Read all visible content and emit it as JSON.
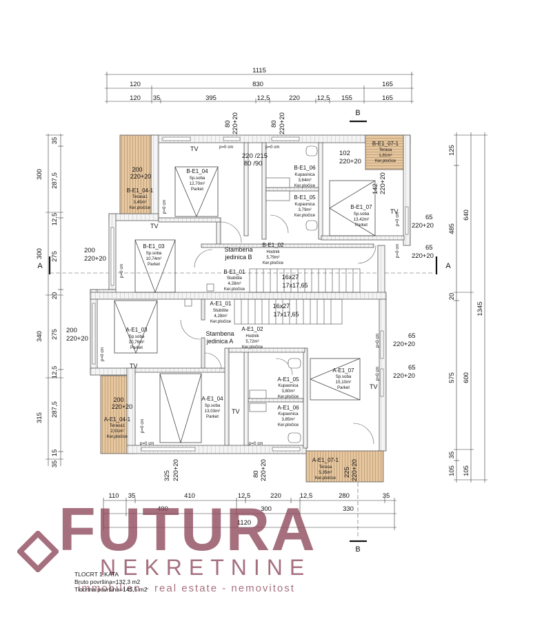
{
  "dims_top_total": "1115",
  "dims_top_row1": [
    "120",
    "830",
    "165"
  ],
  "dims_top_row2": [
    "120",
    "35",
    "395",
    "12,5",
    "220",
    "12,5",
    "155",
    "165"
  ],
  "dims_bottom_row1": [
    "110",
    "35",
    "410",
    "12,5",
    "220",
    "12,5",
    "280",
    "35"
  ],
  "dims_bottom_row2": [
    "490",
    "300",
    "330"
  ],
  "dims_bottom_total": "1120",
  "dims_left_outer": [
    "300",
    "300",
    "340",
    "315"
  ],
  "dims_left_inner": [
    "35",
    "287,5",
    "12,5",
    "275",
    "20",
    "275",
    "12,5",
    "287,5",
    "15",
    "35"
  ],
  "dims_right_inner": [
    "125",
    "485",
    "20",
    "575",
    "35",
    "105"
  ],
  "dims_right_outer": [
    "640",
    "600",
    "105"
  ],
  "dims_right_total": "1345",
  "section_a": "A",
  "section_b": "B",
  "windows": {
    "top_80a": "80",
    "top_220a": "220+20",
    "top_80b": "80",
    "top_220b": "220+20",
    "right_65a": "65",
    "right_220a": "220+20",
    "right_65b": "65",
    "right_220b": "220+20",
    "right_65c": "65",
    "right_220c": "220+20",
    "right_65d": "65",
    "right_220d": "220+20",
    "left_200a": "200",
    "left_220a": "220+20",
    "left_200b": "200",
    "left_220b": "220+20",
    "bottom_325": "325",
    "bottom_220a": "220+20",
    "bottom_80": "80",
    "bottom_220b": "220+20",
    "bottom_225": "225",
    "bottom_220c": "220+20",
    "terr_200a": "200",
    "terr_220a": "220+20",
    "terr_200b": "200",
    "terr_220b": "220+20",
    "door_102": "102",
    "door_220": "220+20",
    "door_142": "142",
    "door_220b": "220+20",
    "door_220_215": "220 /215",
    "door_80_90": "80 /90"
  },
  "rooms": {
    "b_e1_04": [
      "B-E1_04",
      "Sp.soba",
      "12,70m²",
      "Parket"
    ],
    "b_e1_04_1": [
      "B-E1_04-1",
      "Terasa1",
      "3,45m²",
      "Ker.pločice"
    ],
    "b_e1_06": [
      "B-E1_06",
      "Kupaonica",
      "3,64m²",
      "Ker.pločice"
    ],
    "b_e1_05": [
      "B-E1_05",
      "Kupaonica",
      "3,79m²",
      "Ker.pločice"
    ],
    "b_e1_07_1": [
      "B-E1_07-1",
      "Terasa",
      "1,81m²",
      "Ker.pločice"
    ],
    "b_e1_07": [
      "B-E1_07",
      "Sp.soba",
      "13,42m²",
      "Parket"
    ],
    "b_e1_03": [
      "B-E1_03",
      "Sp.soba",
      "10,74m²",
      "Parket"
    ],
    "b_e1_02": [
      "B-E1_02",
      "Hodnik",
      "5,79m²",
      "Ker.pločice"
    ],
    "b_e1_01": [
      "B-E1_01",
      "Stubište",
      "4,28m²",
      "Ker.pločice"
    ],
    "a_e1_01": [
      "A-E1_01",
      "Stubište",
      "4,28m²",
      "Ker.pločice"
    ],
    "a_e1_02": [
      "A-E1_02",
      "Hodnik",
      "5,72m²",
      "Ker.pločice"
    ],
    "a_e1_03": [
      "A-E1_03",
      "Sp.soba",
      "10,76m²",
      "Parket"
    ],
    "a_e1_04": [
      "A-E1_04",
      "Sp.soba",
      "13,03m²",
      "Parket"
    ],
    "a_e1_04_1": [
      "A-E1_04-1",
      "Terasa1",
      "2,91m²",
      "Ker.pločice"
    ],
    "a_e1_05": [
      "A-E1_05",
      "Kupaonica",
      "3,80m²",
      "Ker.pločice"
    ],
    "a_e1_06": [
      "A-E1_06",
      "Kupaonica",
      "3,85m²",
      "Ker.pločice"
    ],
    "a_e1_07": [
      "A-E1_07",
      "Sp.soba",
      "15,10m²",
      "Parket"
    ],
    "a_e1_07_1": [
      "A-E1_07-1",
      "Terasa",
      "5,35m²",
      "Ker.pločice"
    ]
  },
  "unit_b": [
    "Stambena",
    "jedinica B"
  ],
  "unit_a": [
    "Stambena",
    "jedinica A"
  ],
  "stairs_b": [
    "16x27",
    "17x17,65"
  ],
  "stairs_a": [
    "16x27",
    "17x17,65"
  ],
  "tv": "TV",
  "cm_mark": "p=0 cm",
  "footer": {
    "title": "TLOCRT 1.KATA",
    "bruto": "Bruto površina=132,3 m2",
    "tlocrtna": "Tlocrtna površina=145,5 m2"
  },
  "watermark": {
    "name": "FUTURA",
    "sub": "NEKRETNINE",
    "tagline": "immobilien - real estate - nemovitost"
  }
}
